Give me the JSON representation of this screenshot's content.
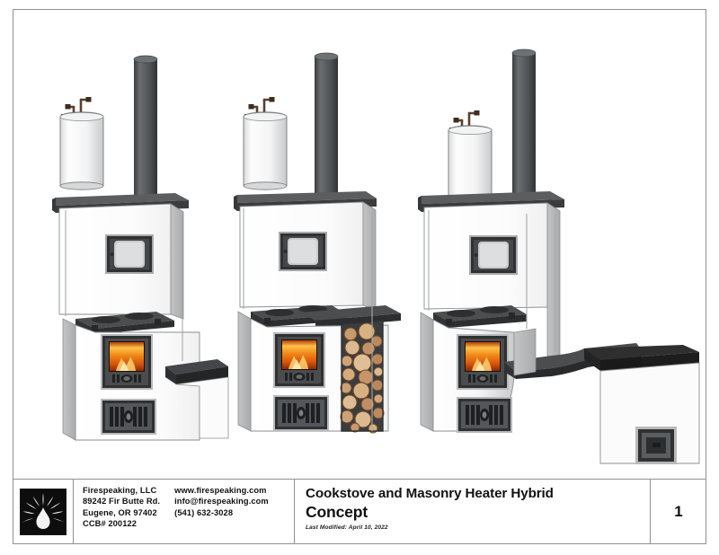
{
  "document": {
    "sheet_number": "1",
    "drawing_type": "architectural-elevation-set"
  },
  "title_block": {
    "logo_alt": "firespeaking-flame-logo",
    "company": {
      "name": "Firespeaking, LLC",
      "street": "89242 Fir Butte Rd.",
      "city_state_zip": "Eugene, OR 97402",
      "license": "CCB# 200122"
    },
    "contact": {
      "website": "www.firespeaking.com",
      "email": "info@firespeaking.com",
      "phone": "(541) 632-3028"
    },
    "title_line1": "Cookstove and Masonry Heater Hybrid",
    "title_line2": "Concept",
    "last_modified": "Last Modified: April 10, 2022",
    "page_number": "1"
  },
  "drawing": {
    "views": [
      {
        "id": "view-left",
        "name": "cookstove-masonry-heater-left-elevation",
        "features": [
          "water-tank",
          "copper-piping",
          "chimney-flue",
          "mantel-shelf",
          "bake-oven-door",
          "cooktop-two-burner",
          "firebox-glass-door",
          "ash-cleanout-door",
          "side-bench"
        ]
      },
      {
        "id": "view-middle",
        "name": "cookstove-masonry-heater-center-elevation",
        "features": [
          "water-tank",
          "copper-piping",
          "chimney-flue",
          "mantel-shelf",
          "bake-oven-door",
          "cooktop-two-burner",
          "firebox-glass-door",
          "ash-cleanout-door",
          "firewood-storage-bay"
        ]
      },
      {
        "id": "view-right",
        "name": "cookstove-masonry-heater-right-elevation",
        "features": [
          "water-tank",
          "copper-piping",
          "chimney-flue",
          "mantel-shelf",
          "bake-oven-door",
          "cooktop-two-burner",
          "firebox-glass-door",
          "ash-cleanout-door",
          "curved-heated-bench",
          "bench-cleanout-door"
        ]
      }
    ]
  },
  "colors": {
    "frame_line": "#8e9196",
    "masonry_white": "#fdfdfd",
    "masonry_shade": "#b9bbbd",
    "metal_dark": "#4a4c4e",
    "metal_mid": "#6e7173",
    "cast_iron": "#3c3e40",
    "fire_orange": "#e8700f",
    "fire_yellow": "#ffc94d",
    "copper": "#6b4a34",
    "wood_tan": "#c99a6a",
    "bench_black": "#2b2b2b",
    "text": "#111111"
  }
}
